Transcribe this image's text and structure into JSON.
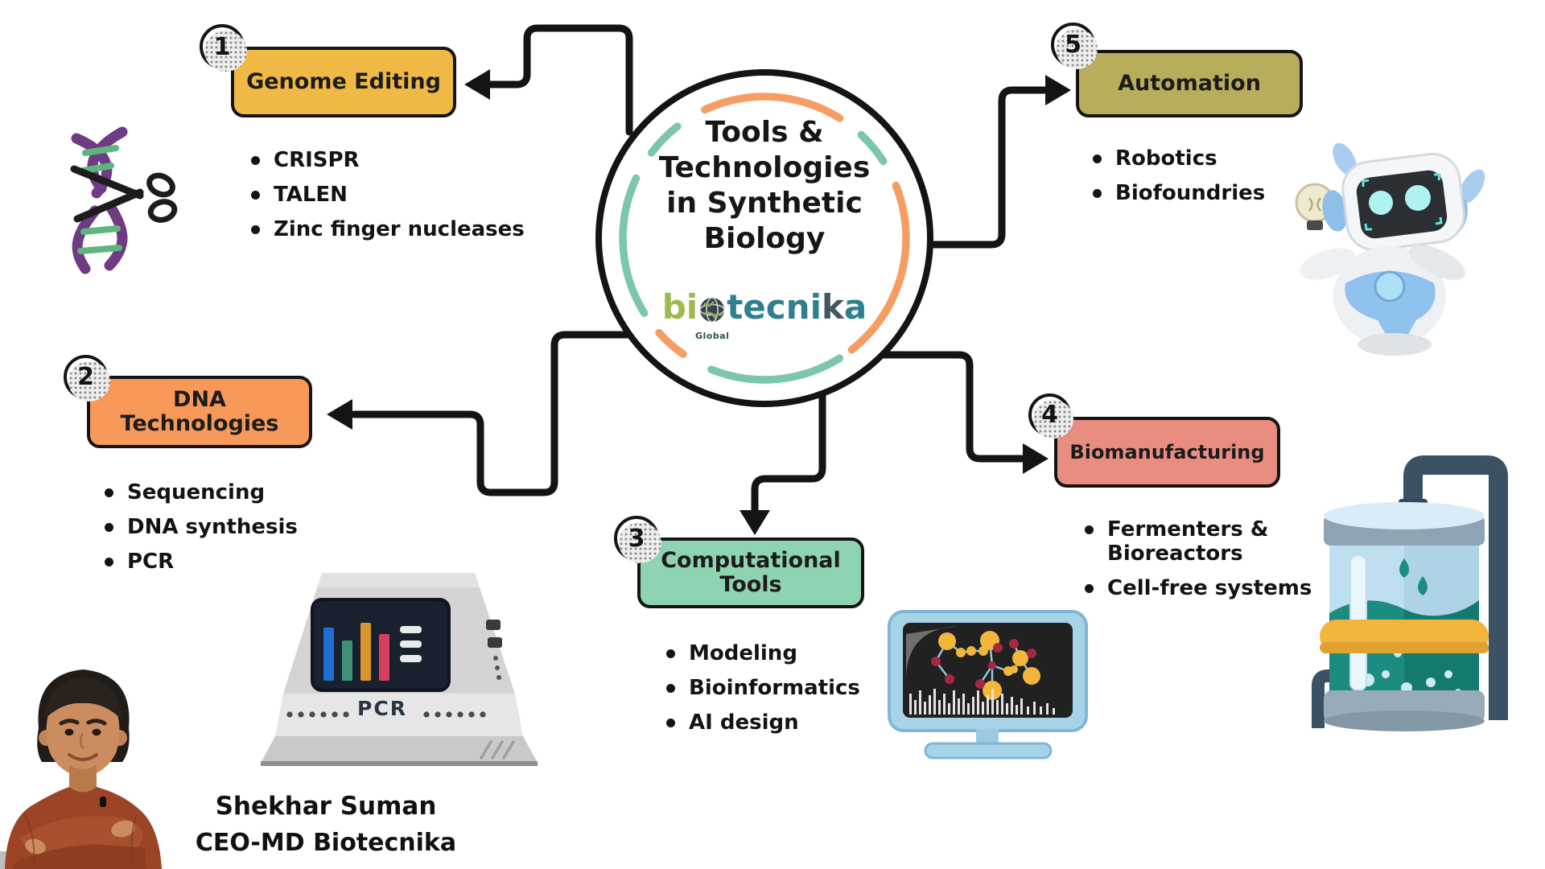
{
  "center": {
    "title_lines": [
      "Tools &",
      "Technologies",
      "in Synthetic",
      "Biology"
    ],
    "logo": {
      "bi": "bi",
      "tecni": "tecni",
      "k": "k",
      "a": "a",
      "global": "Global"
    }
  },
  "branches": [
    {
      "number": "1",
      "label": "Genome Editing",
      "color": "#F0B845",
      "items": [
        "CRISPR",
        "TALEN",
        "Zinc finger nucleases"
      ]
    },
    {
      "number": "2",
      "label": "DNA\nTechnologies",
      "color": "#F8995A",
      "items": [
        "Sequencing",
        "DNA synthesis",
        "PCR"
      ]
    },
    {
      "number": "3",
      "label": "Computational\nTools",
      "color": "#8FD4B2",
      "items": [
        "Modeling",
        "Bioinformatics",
        "AI design"
      ]
    },
    {
      "number": "4",
      "label": "Biomanufacturing",
      "color": "#E98D80",
      "items": [
        "Fermenters &\nBioreactors",
        "Cell-free systems"
      ]
    },
    {
      "number": "5",
      "label": "Automation",
      "color": "#B7AD5B",
      "items": [
        "Robotics",
        "Biofoundries"
      ]
    }
  ],
  "illustrations": {
    "pcr_label": "PCR"
  },
  "footer": {
    "name": "Shekhar Suman",
    "role": "CEO-MD Biotecnika"
  },
  "colors": {
    "connector": "#141414",
    "teal_dash": "#7CC5AE",
    "orange_dash": "#F59D63",
    "genome_editing_box": "#F0B845",
    "dna_technologies_box": "#F8995A",
    "computational_tools_box": "#8FD4B2",
    "biomanufacturing_box": "#E98D80",
    "automation_box": "#B7AD5B"
  }
}
